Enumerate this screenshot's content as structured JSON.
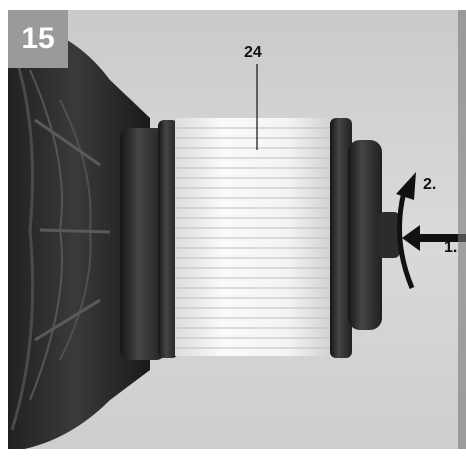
{
  "step": {
    "number": "15"
  },
  "callouts": {
    "part": "24",
    "step_two": "2.",
    "step_one": "1."
  },
  "colors": {
    "badge": "#9a9a9a",
    "background": "#d3d3d3",
    "housing": "#2a2a2a",
    "filter": "#f2f2f2"
  },
  "icons": {
    "push_arrow": "arrow-left-icon",
    "twist_arrow": "curved-arrow-up-icon"
  }
}
